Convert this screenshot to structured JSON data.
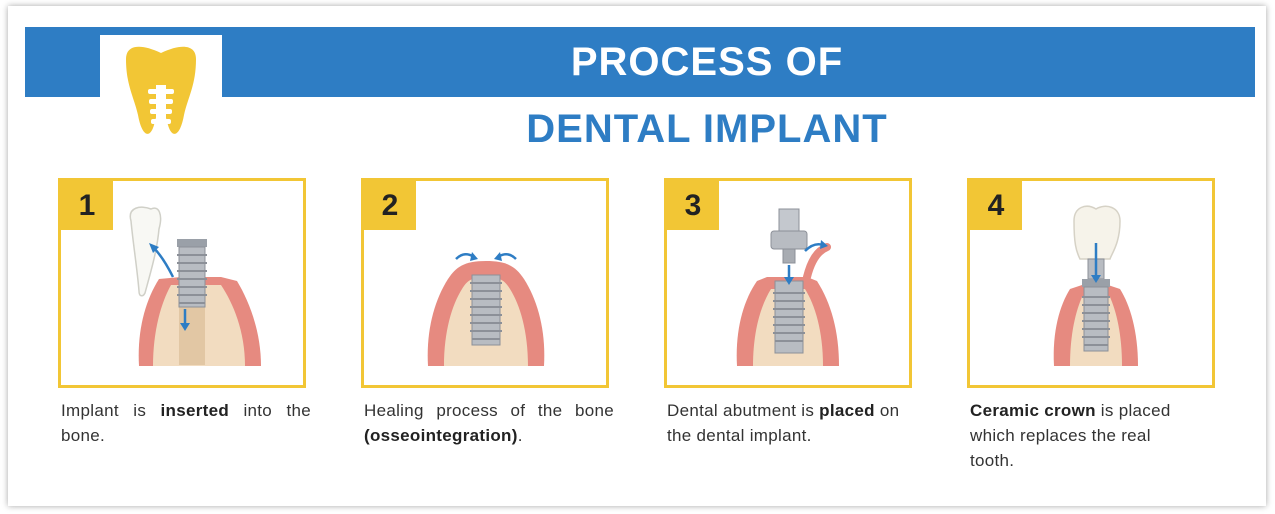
{
  "header": {
    "title_line1": "PROCESS OF",
    "title_line2": "DENTAL IMPLANT",
    "logo_icon": "tooth-implant-icon"
  },
  "colors": {
    "banner_blue": "#2e7dc4",
    "accent_yellow": "#f2c635",
    "gum_pink": "#e68a80",
    "bone_tan": "#f2dcc0",
    "implant_gray": "#b8bcc2",
    "arrow_blue": "#2e7dc4"
  },
  "steps": [
    {
      "number": "1",
      "caption": {
        "pre": "Implant is ",
        "bold": "inserted",
        "post": " into the bone."
      }
    },
    {
      "number": "2",
      "caption": {
        "pre": "Healing process of the bone ",
        "bold": "(osseointegration)",
        "post": "."
      }
    },
    {
      "number": "3",
      "caption": {
        "pre": "Dental abutment is ",
        "bold": "placed",
        "post": " on the dental implant."
      }
    },
    {
      "number": "4",
      "caption": {
        "pre": "",
        "bold": "Ceramic crown",
        "post": " is placed which replaces the real tooth."
      }
    }
  ]
}
